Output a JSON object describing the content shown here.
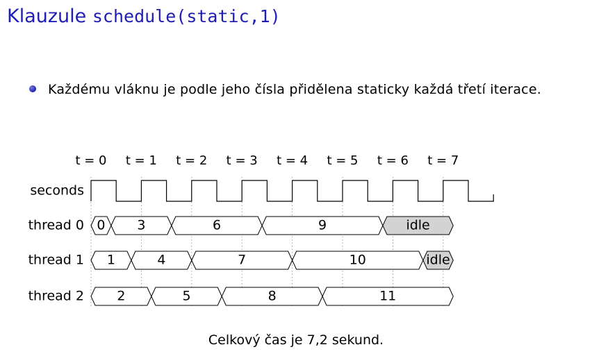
{
  "slide": {
    "title_prefix": "Klauzule ",
    "title_code": "schedule(static,1)",
    "bullet": "Každému vláknu je podle jeho čísla přidělena staticky každá třetí iterace.",
    "caption": "Celkový čas je 7,2 sekund."
  },
  "colors": {
    "title": "#1e1eb4",
    "idle_fill": "#d3d3d3",
    "busy_fill": "#ffffff"
  },
  "timing_diagram": {
    "time_labels": [
      "t = 0",
      "t = 1",
      "t = 2",
      "t = 3",
      "t = 4",
      "t = 5",
      "t = 6",
      "t = 7"
    ],
    "clock_label": "seconds",
    "threads": [
      {
        "label": "thread 0",
        "segments": [
          {
            "text": "0",
            "start": 0,
            "end": 0.4,
            "idle": false
          },
          {
            "text": "3",
            "start": 0.4,
            "end": 1.6,
            "idle": false
          },
          {
            "text": "6",
            "start": 1.6,
            "end": 3.4,
            "idle": false
          },
          {
            "text": "9",
            "start": 3.4,
            "end": 5.8,
            "idle": false
          },
          {
            "text": "idle",
            "start": 5.8,
            "end": 7.2,
            "idle": true
          }
        ]
      },
      {
        "label": "thread 1",
        "segments": [
          {
            "text": "1",
            "start": 0,
            "end": 0.8,
            "idle": false
          },
          {
            "text": "4",
            "start": 0.8,
            "end": 2.0,
            "idle": false
          },
          {
            "text": "7",
            "start": 2.0,
            "end": 4.0,
            "idle": false
          },
          {
            "text": "10",
            "start": 4.0,
            "end": 6.6,
            "idle": false
          },
          {
            "text": "idle",
            "start": 6.6,
            "end": 7.2,
            "idle": true
          }
        ]
      },
      {
        "label": "thread 2",
        "segments": [
          {
            "text": "2",
            "start": 0,
            "end": 1.2,
            "idle": false
          },
          {
            "text": "5",
            "start": 1.2,
            "end": 2.6,
            "idle": false
          },
          {
            "text": "8",
            "start": 2.6,
            "end": 4.6,
            "idle": false
          },
          {
            "text": "11",
            "start": 4.6,
            "end": 7.2,
            "idle": false
          }
        ]
      }
    ]
  }
}
